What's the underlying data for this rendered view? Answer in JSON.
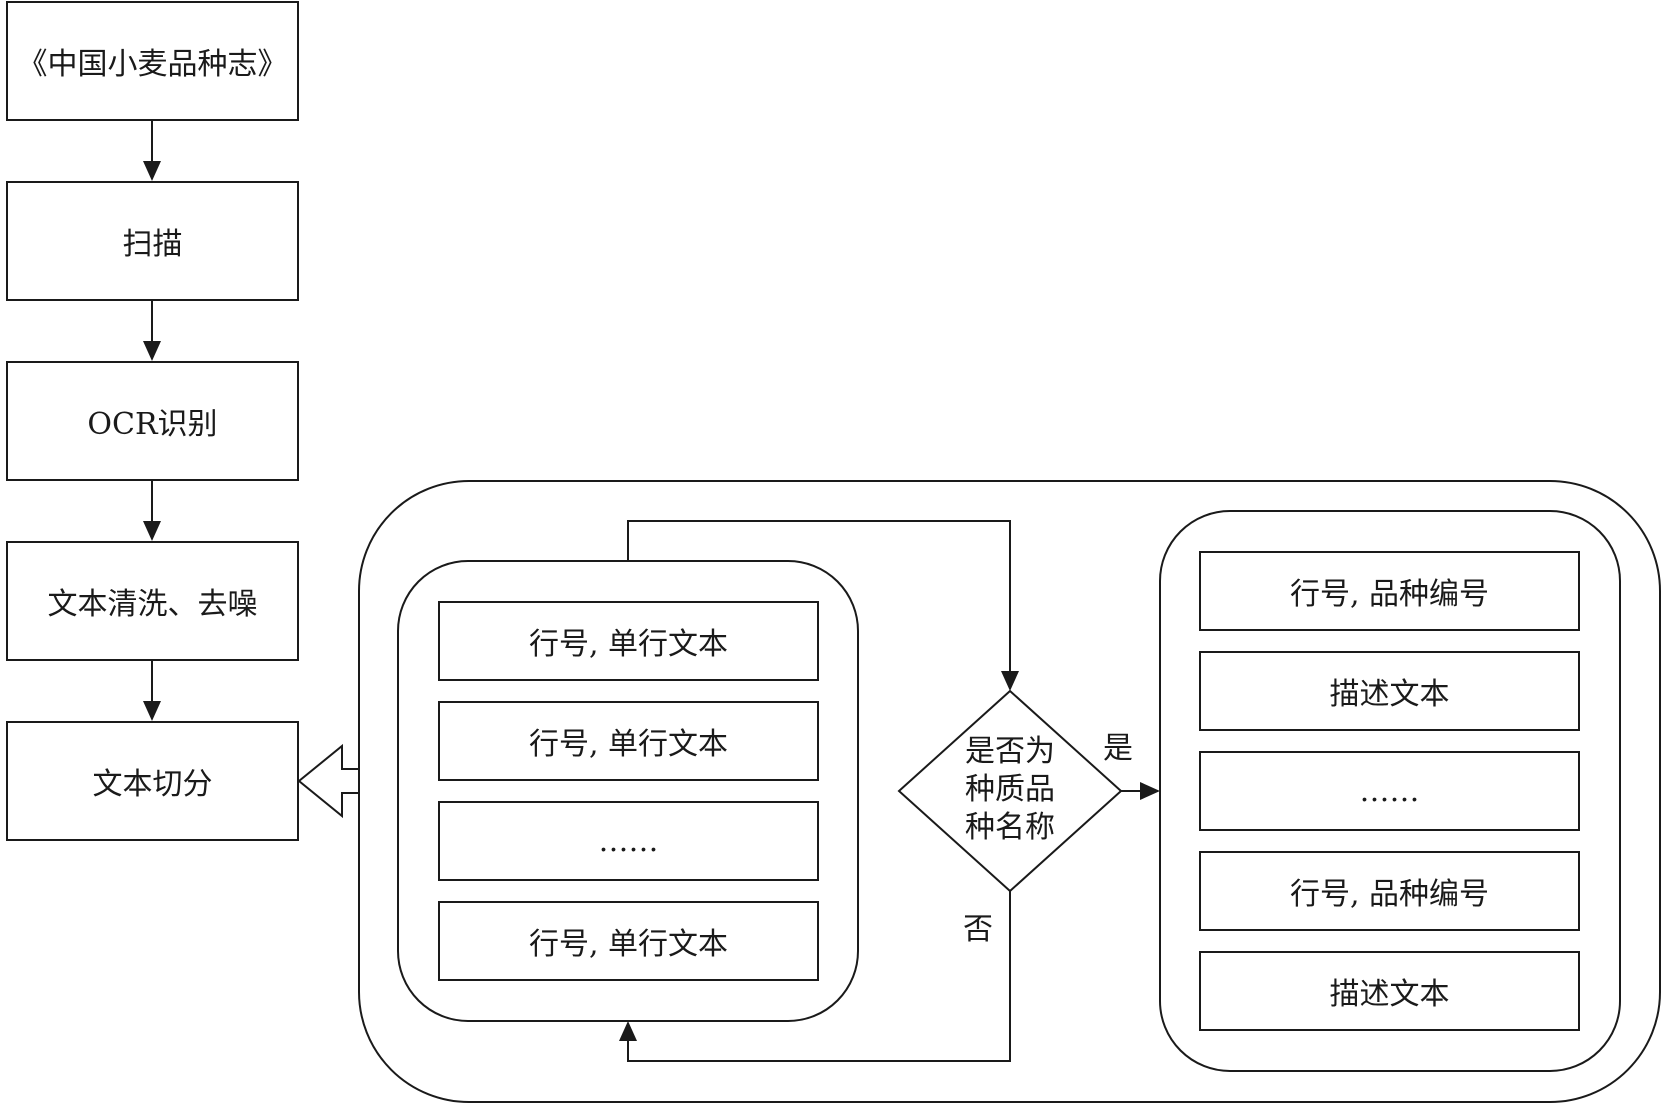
{
  "pipeline": {
    "steps": [
      "《中国小麦品种志》",
      "扫描",
      "OCR识别",
      "文本清洗、去噪",
      "文本切分"
    ]
  },
  "input_group": {
    "rows": [
      "行号, 单行文本",
      "行号, 单行文本",
      "……",
      "行号, 单行文本"
    ]
  },
  "decision": {
    "lines": [
      "是否为",
      "种质品",
      "种名称"
    ],
    "yes_label": "是",
    "no_label": "否"
  },
  "output_group": {
    "rows": [
      "行号, 品种编号",
      "描述文本",
      "……",
      "行号, 品种编号",
      "描述文本"
    ]
  }
}
